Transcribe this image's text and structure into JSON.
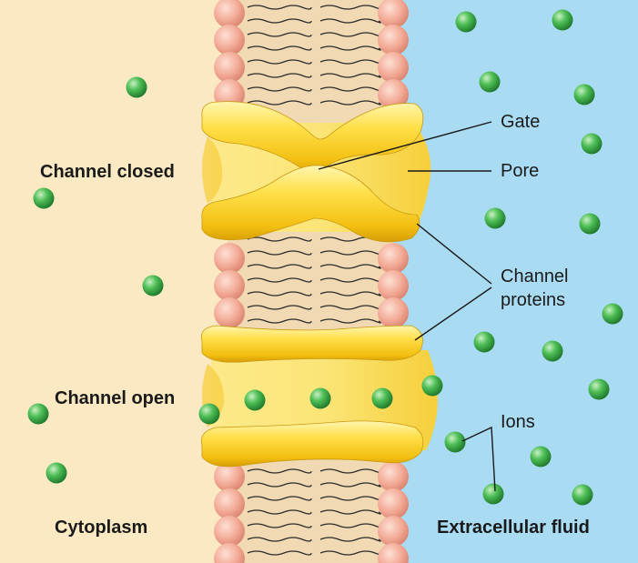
{
  "labels": {
    "channel_closed": "Channel closed",
    "channel_open": "Channel open",
    "cytoplasm": "Cytoplasm",
    "extracellular_fluid": "Extracellular fluid",
    "gate": "Gate",
    "pore": "Pore",
    "channel_proteins_line1": "Channel",
    "channel_proteins_line2": "proteins",
    "ions": "Ions"
  },
  "colors": {
    "cytoplasm": "#fbe9c3",
    "extracellular_fluid": "#a9dcf3",
    "membrane_interior": "#f1d9b3",
    "phospholipid_head": "#f2a793",
    "channel_protein": "#fbd53a",
    "ion": "#3faa4a"
  },
  "icons": [
    "ion-icon",
    "phospholipid-head-icon",
    "channel-protein-icon"
  ]
}
